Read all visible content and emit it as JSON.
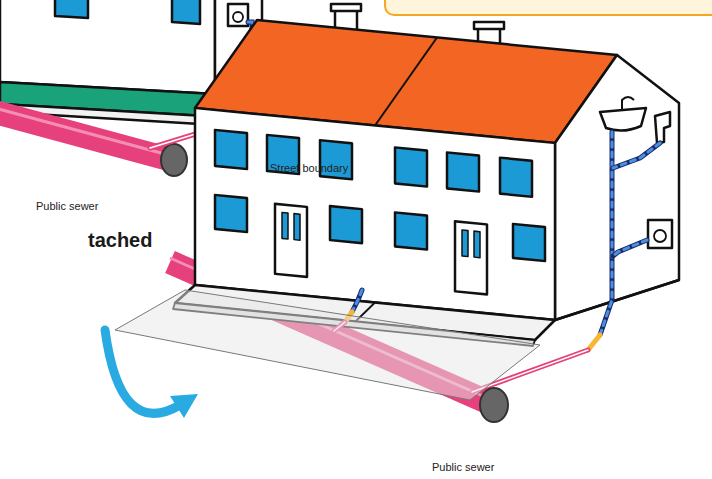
{
  "diagram": {
    "labels": [
      "Street boundary",
      "Public sewer",
      "tached",
      "Public sewer"
    ]
  }
}
